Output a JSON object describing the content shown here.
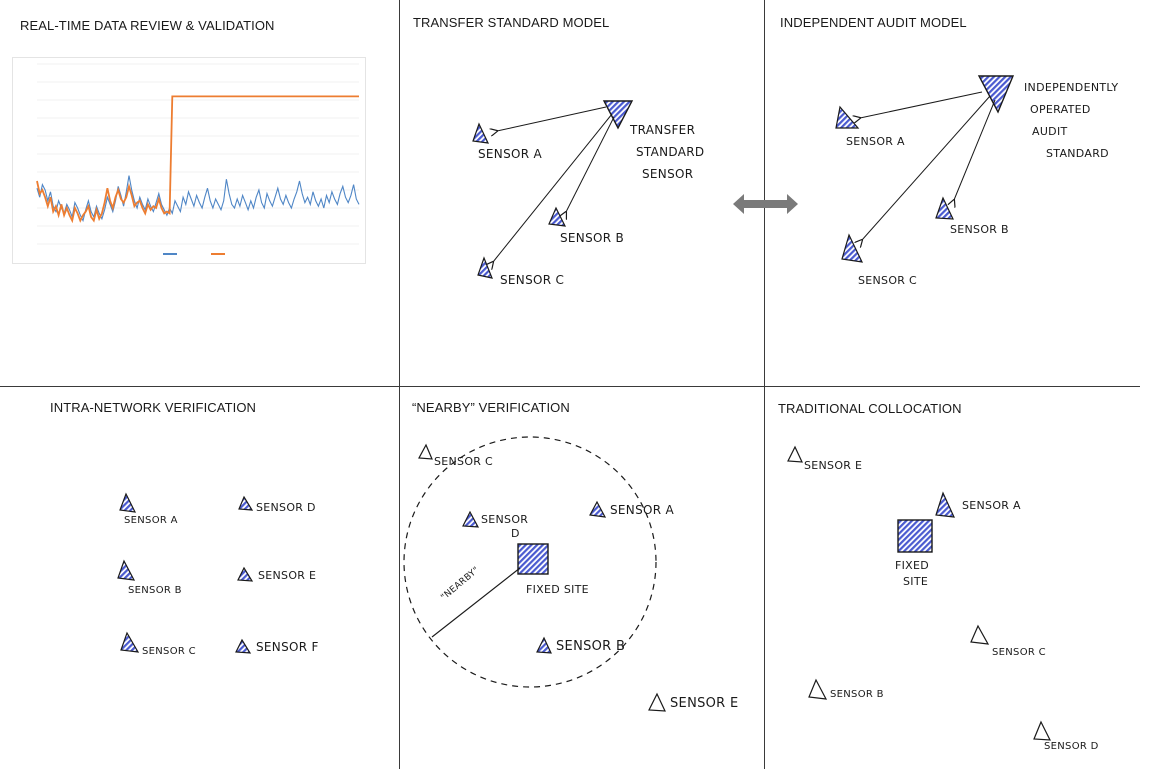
{
  "panels": {
    "realtime": {
      "title": "REAL-TIME DATA REVIEW & VALIDATION"
    },
    "transfer": {
      "title": "TRANSFER STANDARD MODEL",
      "sensor_a": "SENSOR A",
      "sensor_b": "SENSOR B",
      "sensor_c": "SENSOR C",
      "standard_line1": "TRANSFER",
      "standard_line2": "STANDARD",
      "standard_line3": "SENSOR"
    },
    "audit": {
      "title": "INDEPENDENT AUDIT MODEL",
      "sensor_a": "SENSOR A",
      "sensor_b": "SENSOR B",
      "sensor_c": "SENSOR C",
      "standard_line1": "INDEPENDENTLY",
      "standard_line2": "OPERATED",
      "standard_line3": "AUDIT",
      "standard_line4": "STANDARD"
    },
    "intra": {
      "title": "INTRA-NETWORK VERIFICATION",
      "sensor_a": "SENSOR A",
      "sensor_b": "SENSOR B",
      "sensor_c": "SENSOR C",
      "sensor_d": "SENSOR D",
      "sensor_e": "SENSOR E",
      "sensor_f": "SENSOR F"
    },
    "nearby": {
      "title": "“NEARBY” VERIFICATION",
      "sensor_a": "SENSOR A",
      "sensor_b": "SENSOR B",
      "sensor_c": "SENSOR C",
      "sensor_d_line1": "SENSOR",
      "sensor_d_line2": "D",
      "sensor_e": "SENSOR E",
      "fixed_site": "FIXED SITE",
      "radius_label": "\"NEARBY\""
    },
    "collocation": {
      "title": "TRADITIONAL COLLOCATION",
      "sensor_a": "SENSOR A",
      "sensor_b": "SENSOR B",
      "sensor_c": "SENSOR C",
      "sensor_d": "SENSOR D",
      "sensor_e": "SENSOR E",
      "fixed_line1": "FIXED",
      "fixed_line2": "SITE"
    }
  },
  "colors": {
    "sensor_fill": "#4a5ad0",
    "line": "#1a1a1a",
    "arrow_double": "#7a7a7a",
    "series_blue": "#4f86c6",
    "series_orange": "#ed7d31"
  },
  "chart_data": {
    "type": "line",
    "title": "",
    "xlabel": "",
    "ylabel": "",
    "grid": true,
    "legend": "bottom",
    "ylim": [
      0,
      10
    ],
    "x_count": 120,
    "series": [
      {
        "values": [
          3.1,
          2.6,
          3.3,
          3.0,
          2.4,
          2.9,
          2.1,
          1.8,
          2.4,
          2.0,
          1.7,
          2.2,
          1.9,
          1.5,
          2.3,
          2.0,
          1.6,
          1.3,
          1.9,
          2.4,
          1.8,
          1.5,
          2.1,
          1.7,
          1.4,
          1.9,
          2.6,
          2.2,
          1.8,
          2.4,
          3.2,
          2.7,
          2.1,
          2.9,
          3.8,
          3.0,
          2.4,
          2.0,
          2.6,
          2.2,
          1.9,
          2.5,
          2.1,
          1.8,
          2.3,
          2.8,
          2.2,
          1.9,
          1.6,
          2.0,
          1.7,
          2.4,
          2.1,
          1.8,
          2.6,
          2.2,
          2.9,
          2.5,
          2.1,
          2.7,
          2.3,
          2.0,
          2.6,
          3.1,
          2.4,
          2.0,
          2.5,
          2.2,
          1.9,
          2.4,
          3.6,
          2.8,
          2.2,
          2.0,
          2.5,
          2.1,
          2.7,
          2.3,
          1.9,
          2.4,
          2.0,
          2.6,
          3.0,
          2.3,
          2.0,
          2.8,
          2.4,
          2.1,
          2.6,
          3.1,
          2.5,
          2.2,
          2.7,
          2.3,
          2.0,
          2.5,
          2.9,
          3.5,
          2.8,
          2.3,
          2.6,
          2.2,
          2.9,
          2.4,
          2.1,
          2.5,
          2.0,
          2.7,
          2.3,
          2.9,
          2.5,
          2.2,
          2.8,
          3.2,
          2.6,
          2.3,
          2.7,
          3.3,
          2.5,
          2.2
        ]
      },
      {
        "values": [
          3.5,
          2.8,
          3.0,
          2.6,
          2.1,
          2.6,
          1.8,
          2.1,
          1.6,
          2.2,
          1.6,
          2.0,
          1.6,
          1.3,
          2.0,
          1.7,
          1.3,
          1.6,
          1.8,
          2.1,
          1.5,
          1.3,
          1.9,
          1.4,
          1.7,
          2.3,
          3.1,
          2.4,
          2.0,
          2.6,
          3.0,
          2.5,
          2.3,
          2.6,
          3.2,
          2.7,
          2.1,
          2.3,
          2.4,
          2.0,
          1.7,
          2.2,
          1.9,
          2.1,
          2.0,
          2.5,
          2.0,
          1.7,
          1.8,
          1.7,
          8.2,
          8.2,
          8.2,
          8.2,
          8.2,
          8.2,
          8.2,
          8.2,
          8.2,
          8.2,
          8.2,
          8.2,
          8.2,
          8.2,
          8.2,
          8.2,
          8.2,
          8.2,
          8.2,
          8.2,
          8.2,
          8.2,
          8.2,
          8.2,
          8.2,
          8.2,
          8.2,
          8.2,
          8.2,
          8.2,
          8.2,
          8.2,
          8.2,
          8.2,
          8.2,
          8.2,
          8.2,
          8.2,
          8.2,
          8.2,
          8.2,
          8.2,
          8.2,
          8.2,
          8.2,
          8.2,
          8.2,
          8.2,
          8.2,
          8.2,
          8.2,
          8.2,
          8.2,
          8.2,
          8.2,
          8.2,
          8.2,
          8.2,
          8.2,
          8.2,
          8.2,
          8.2,
          8.2,
          8.2,
          8.2,
          8.2,
          8.2,
          8.2,
          8.2,
          8.2
        ]
      }
    ]
  }
}
